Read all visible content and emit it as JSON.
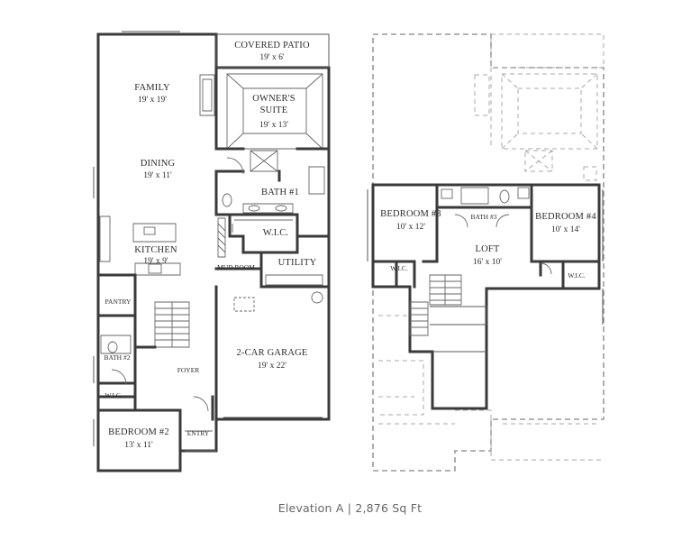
{
  "caption": "Elevation A | 2,876 Sq Ft",
  "first_floor": {
    "covered_patio": {
      "name": "COVERED PATIO",
      "size": "19' x 6'"
    },
    "family": {
      "name": "FAMILY",
      "size": "19' x 19'"
    },
    "owners_suite": {
      "name_line1": "OWNER'S",
      "name_line2": "SUITE",
      "size": "19' x 13'"
    },
    "dining": {
      "name": "DINING",
      "size": "19' x 11'"
    },
    "bath1": {
      "name": "BATH #1"
    },
    "wic": {
      "name": "W.I.C."
    },
    "kitchen": {
      "name": "KITCHEN",
      "size": "19' x 9'"
    },
    "mud_room": {
      "name": "MUD ROOM"
    },
    "utility": {
      "name": "UTILITY"
    },
    "pantry": {
      "name": "PANTRY"
    },
    "garage": {
      "name": "2-CAR GARAGE",
      "size": "19' x 22'"
    },
    "bath2": {
      "name": "BATH #2"
    },
    "foyer": {
      "name": "FOYER"
    },
    "wic2": {
      "name": "W.I.C."
    },
    "bedroom2": {
      "name": "BEDROOM #2",
      "size": "13' x 11'"
    },
    "entry": {
      "name": "ENTRY"
    }
  },
  "second_floor": {
    "bedroom3": {
      "name": "BEDROOM #3",
      "size": "10' x 12'"
    },
    "bath3": {
      "name": "BATH #3"
    },
    "bedroom4": {
      "name": "BEDROOM #4",
      "size": "10' x 14'"
    },
    "loft": {
      "name": "LOFT",
      "size": "16' x 10'"
    },
    "wic_left": {
      "name": "W.I.C."
    },
    "wic_right": {
      "name": "W.I.C."
    }
  }
}
